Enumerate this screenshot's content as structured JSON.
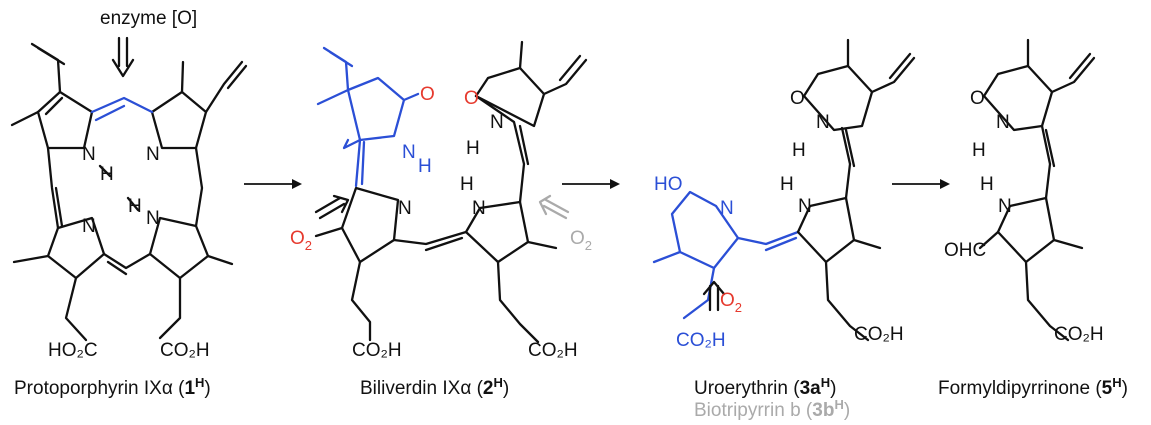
{
  "reagent": {
    "prefix": "enzyme [",
    "oxygen": "O",
    "suffix": "]"
  },
  "atoms": {
    "N": "N",
    "H": "H",
    "O": "O",
    "O2": "O",
    "two": "2",
    "HO2C": "HO₂C",
    "CO2H": "CO₂H",
    "HO": "HO",
    "OHC_O": "O",
    "OHC_rest": "HC"
  },
  "captions": {
    "c1": {
      "name": "Protoporphyrin IXα (",
      "num": "1",
      "sup": "H",
      "close": ")"
    },
    "c2": {
      "name": "Biliverdin IXα (",
      "num": "2",
      "sup": "H",
      "close": ")"
    },
    "c3": {
      "name": "Uroerythrin (",
      "num": "3a",
      "sup": "H",
      "close": ")"
    },
    "c3b": {
      "name": "Biotripyrrin b (",
      "num": "3b",
      "sup": "H",
      "close": ")"
    },
    "c4": {
      "name": "Formyldipyrrinone (",
      "num": "5",
      "sup": "H",
      "close": ")"
    }
  },
  "colors": {
    "bond": "#111111",
    "highlight": "#2b4fd6",
    "oxygen": "#e63a2e",
    "secondary": "#aaaaaa"
  }
}
